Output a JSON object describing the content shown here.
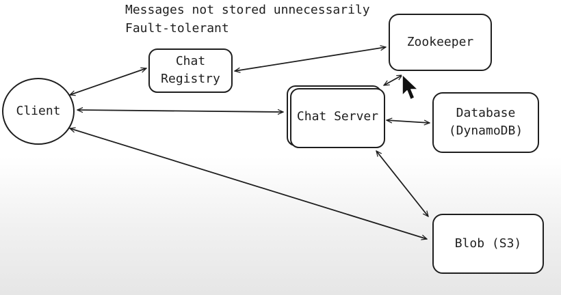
{
  "notes": {
    "line1": "Messages not stored unnecessarily",
    "line2": "Fault-tolerant"
  },
  "nodes": {
    "client": "Client",
    "chat_registry_line1": "Chat",
    "chat_registry_line2": "Registry",
    "zookeeper": "Zookeeper",
    "chat_server": "Chat Server",
    "database_line1": "Database",
    "database_line2": "(DynamoDB)",
    "blob": "Blob (S3)"
  }
}
